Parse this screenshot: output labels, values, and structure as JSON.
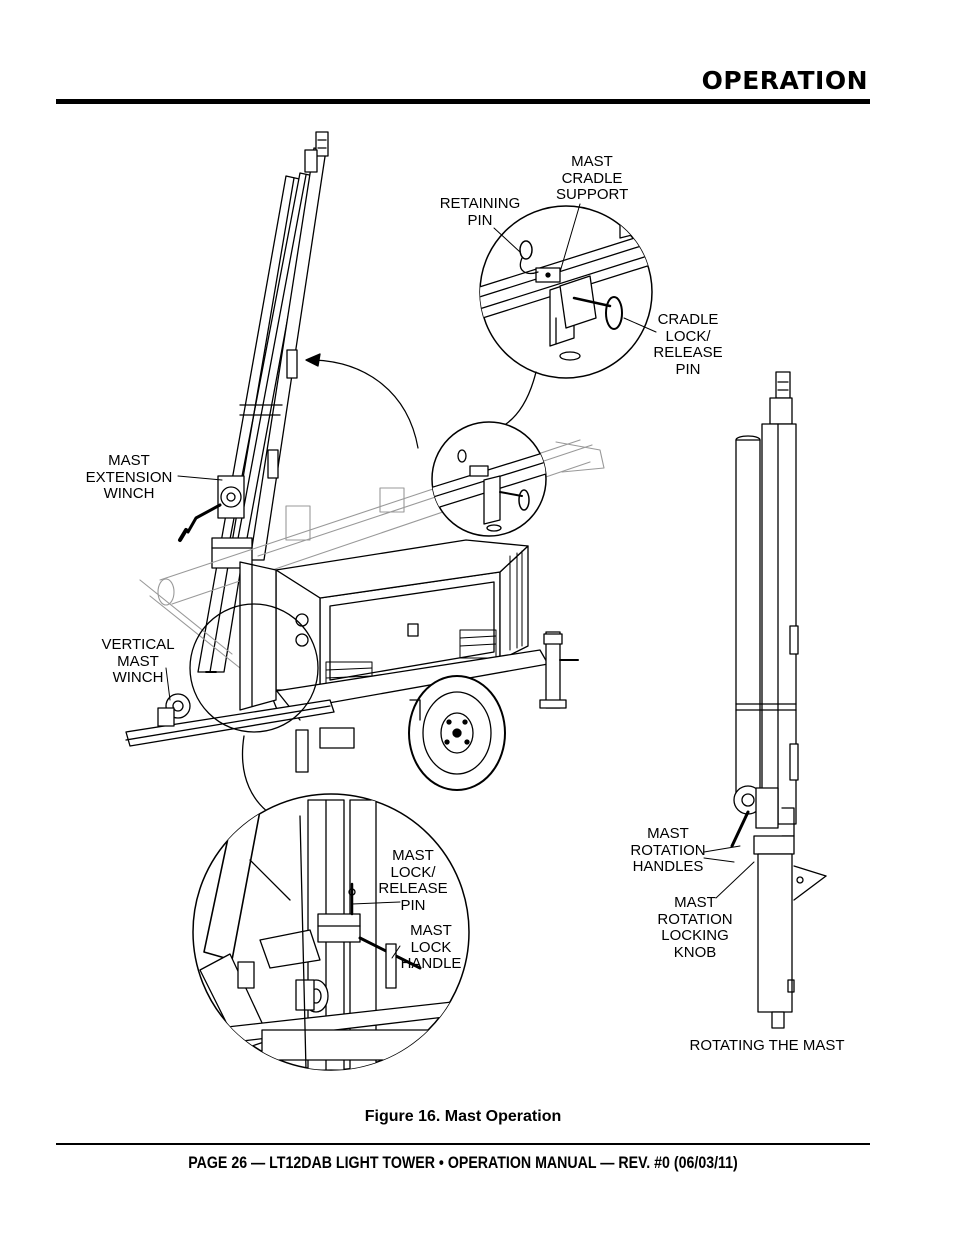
{
  "header": {
    "section_title": "OPERATION"
  },
  "callouts": {
    "mast_cradle_support": "MAST\nCRADLE\nSUPPORT",
    "retaining_pin": "RETAINING\nPIN",
    "cradle_lock_release_pin": "CRADLE\nLOCK/\nRELEASE\nPIN",
    "mast_extension_winch": "MAST\nEXTENSION\nWINCH",
    "vertical_mast_winch": "VERTICAL\nMAST\nWINCH",
    "mast_lock_release_pin": "MAST\nLOCK/\nRELEASE\nPIN",
    "mast_lock_handle": "MAST\nLOCK\nHANDLE",
    "mast_rotation_handles": "MAST\nROTATION\nHANDLES",
    "mast_rotation_locking_knob": "MAST\nROTATION\nLOCKING\nKNOB",
    "rotating_the_mast": "ROTATING THE MAST"
  },
  "figure_caption": "Figure 16. Mast Operation",
  "footer": {
    "text": "PAGE 26 — LT12DAB LIGHT TOWER • OPERATION MANUAL — REV. #0 (06/03/11)"
  }
}
